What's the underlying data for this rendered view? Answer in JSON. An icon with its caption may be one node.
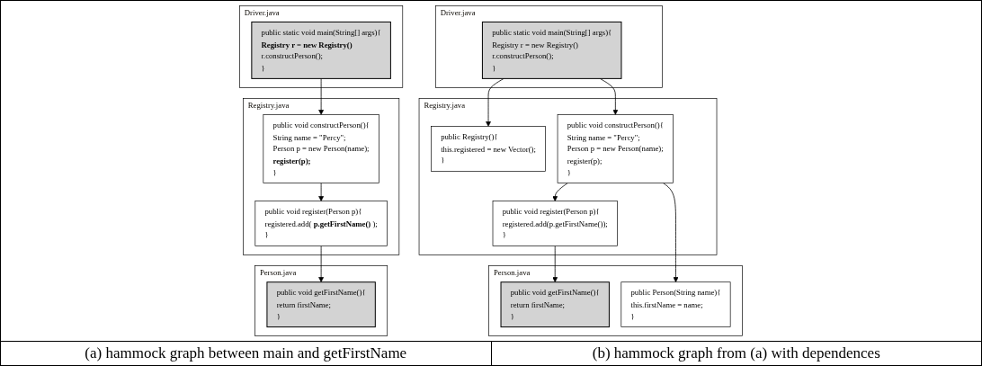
{
  "diagram": {
    "nodes": [
      {
        "text": [
          "Driver.java"
        ]
      },
      {
        "text": [
          "public static void main(String[] args){",
          "**Registry r = new Registry()**",
          "r.constructPerson();",
          "}"
        ],
        "in": 0
      },
      {
        "text": [
          "Registry.java"
        ]
      },
      {
        "text": [
          "public void constructPerson(){",
          "String name = \"Percy\";",
          "Person p = new Person(name);",
          "**register(p);**",
          "}"
        ],
        "in": 2
      },
      {
        "text": [
          "public void register(Person p){",
          "registered.add( **p.getFirstName()** );",
          "}"
        ],
        "in": 2
      },
      {
        "text": [
          "Person.java"
        ]
      },
      {
        "text": [
          "public void getFirstName(){",
          "return firstName;",
          "}"
        ],
        "in": 5
      },
      {
        "text": [
          "Driver.java"
        ]
      },
      {
        "text": [
          "public static void main(String[] args){",
          "Registry r = new Registry()",
          "r.constructPerson();",
          "}"
        ],
        "in": 7
      },
      {
        "text": [
          "Registry.java"
        ]
      },
      {
        "text": [
          "public Registry(){",
          "this.registered = new Vector();",
          "}"
        ],
        "in": 9
      },
      {
        "text": [
          "public void constructPerson(){",
          "String name = \"Percy\";",
          "Person p = new Person(name);",
          "register(p);",
          "}"
        ],
        "in": 9
      },
      {
        "text": [
          "public void register(Person p){",
          "registered.add(p.getFirstName());",
          "}"
        ],
        "in": 9
      },
      {
        "text": [
          "Person.java"
        ]
      },
      {
        "text": [
          "public void getFirstName(){",
          "return firstName;",
          "}"
        ],
        "in": 13
      },
      {
        "text": [
          "public Person(String name){",
          "this.firstName = name;",
          "}"
        ],
        "in": 13
      }
    ],
    "edges": [
      {
        "from": 1,
        "to": 3,
        "arrow": "to"
      },
      {
        "from": 3,
        "to": 4,
        "arrow": "to"
      },
      {
        "from": 4,
        "to": 6,
        "arrow": "to"
      },
      {
        "from": 8,
        "to": 10,
        "arrow": "to"
      },
      {
        "from": 8,
        "to": 11,
        "arrow": "to"
      },
      {
        "from": 11,
        "to": 12,
        "arrow": "to"
      },
      {
        "from": 12,
        "to": 14,
        "arrow": "to"
      },
      {
        "from": 11,
        "to": 15,
        "arrow": "to"
      }
    ],
    "labels": [
      "(a) hammock graph between main and getFirstName",
      "(b) hammock graph from (a) with dependences"
    ]
  }
}
